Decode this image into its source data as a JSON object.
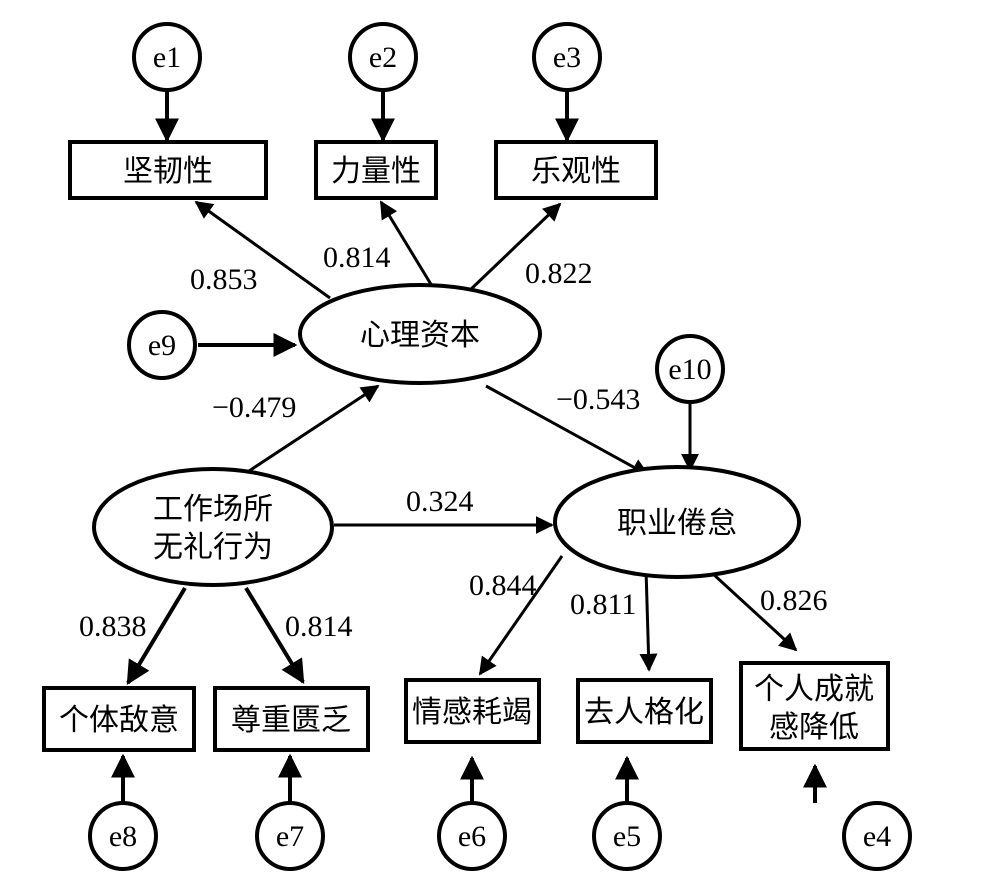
{
  "diagram": {
    "type": "structural-equation-model",
    "latent_variables": {
      "psych_capital": {
        "label": "心理资本"
      },
      "incivility": {
        "label_line1": "工作场所",
        "label_line2": "无礼行为"
      },
      "burnout": {
        "label": "职业倦怠"
      }
    },
    "observed_variables": {
      "resilience": {
        "label": "坚韧性"
      },
      "strength": {
        "label": "力量性"
      },
      "optimism": {
        "label": "乐观性"
      },
      "hostility": {
        "label": "个体敌意"
      },
      "lack_respect": {
        "label": "尊重匮乏"
      },
      "exhaustion": {
        "label": "情感耗竭"
      },
      "depersonalization": {
        "label": "去人格化"
      },
      "accomplishment": {
        "label_line1": "个人成就",
        "label_line2": "感降低"
      }
    },
    "errors": {
      "e1": "e1",
      "e2": "e2",
      "e3": "e3",
      "e4": "e4",
      "e5": "e5",
      "e6": "e6",
      "e7": "e7",
      "e8": "e8",
      "e9": "e9",
      "e10": "e10"
    },
    "paths": {
      "psych_to_resilience": "0.853",
      "psych_to_strength": "0.814",
      "psych_to_optimism": "0.822",
      "incivility_to_psych": "−0.479",
      "psych_to_burnout": "−0.543",
      "incivility_to_burnout": "0.324",
      "incivility_to_hostility": "0.838",
      "incivility_to_lack_respect": "0.814",
      "burnout_to_exhaustion": "0.844",
      "burnout_to_depersonalization": "0.811",
      "burnout_to_accomplishment": "0.826"
    }
  }
}
